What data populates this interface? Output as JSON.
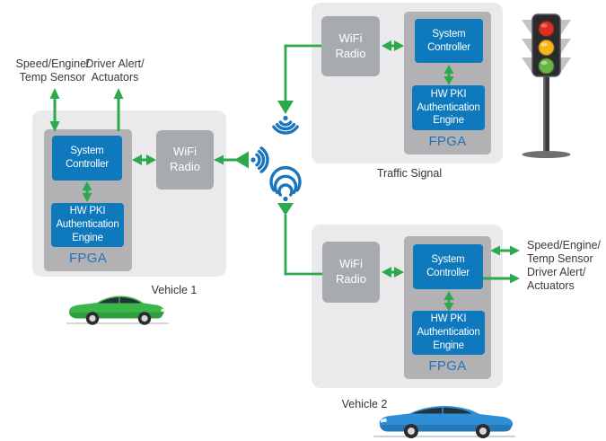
{
  "colors": {
    "arrow_green": "#2ca94d",
    "module_blue": "#0f79be",
    "wifi_icon_blue": "#1b75bc",
    "outer_block_gray": "#eaeaec",
    "fpga_block_gray": "#b2b1b4",
    "radio_box_gray": "#a8abad",
    "traffic_red": "#d93026",
    "traffic_amber": "#f6b51c",
    "traffic_green": "#67b346"
  },
  "vehicle1": {
    "caption": "Vehicle 1",
    "sensor_label": [
      "Speed/Engine/",
      "Temp Sensor"
    ],
    "actuator_label": [
      "Driver Alert/",
      "Actuators"
    ],
    "wifi_radio": "WiFi Radio",
    "system_controller": "System Controller",
    "hw_pki": "HW PKI Authentication Engine",
    "fpga": "FPGA"
  },
  "traffic_signal": {
    "caption": "Traffic Signal",
    "wifi_radio": "WiFi Radio",
    "system_controller": "System Controller",
    "hw_pki": "HW PKI Authentication Engine",
    "fpga": "FPGA"
  },
  "vehicle2": {
    "caption": "Vehicle 2",
    "sensor_label": [
      "Speed/Engine/",
      "Temp Sensor"
    ],
    "actuator_label": [
      "Driver Alert/",
      "Actuators"
    ],
    "wifi_radio": "WiFi Radio",
    "system_controller": "System Controller",
    "hw_pki": "HW PKI Authentication Engine",
    "fpga": "FPGA"
  }
}
